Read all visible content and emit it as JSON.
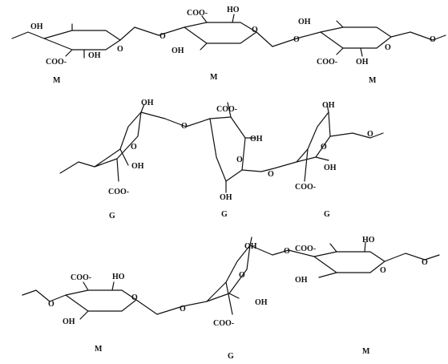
{
  "figure": {
    "rows": [
      {
        "id": "mmm",
        "units": [
          {
            "label": "M",
            "groups": [
              "OH",
              "COO-",
              "OH"
            ]
          },
          {
            "label": "M",
            "groups": [
              "COO-",
              "HO",
              "OH"
            ]
          },
          {
            "label": "M",
            "groups": [
              "OH",
              "COO-",
              "OH"
            ]
          }
        ]
      },
      {
        "id": "ggg",
        "units": [
          {
            "label": "G",
            "groups": [
              "OH",
              "OH",
              "COO-"
            ]
          },
          {
            "label": "G",
            "groups": [
              "COO-",
              "OH",
              "OH"
            ]
          },
          {
            "label": "G",
            "groups": [
              "OH",
              "OH",
              "COO-"
            ]
          }
        ]
      },
      {
        "id": "mgm",
        "units": [
          {
            "label": "M",
            "groups": [
              "COO-",
              "HO",
              "OH"
            ]
          },
          {
            "label": "G",
            "groups": [
              "OH",
              "OH",
              "COO-"
            ]
          },
          {
            "label": "M",
            "groups": [
              "COO-",
              "HO",
              "OH"
            ]
          }
        ]
      }
    ]
  }
}
